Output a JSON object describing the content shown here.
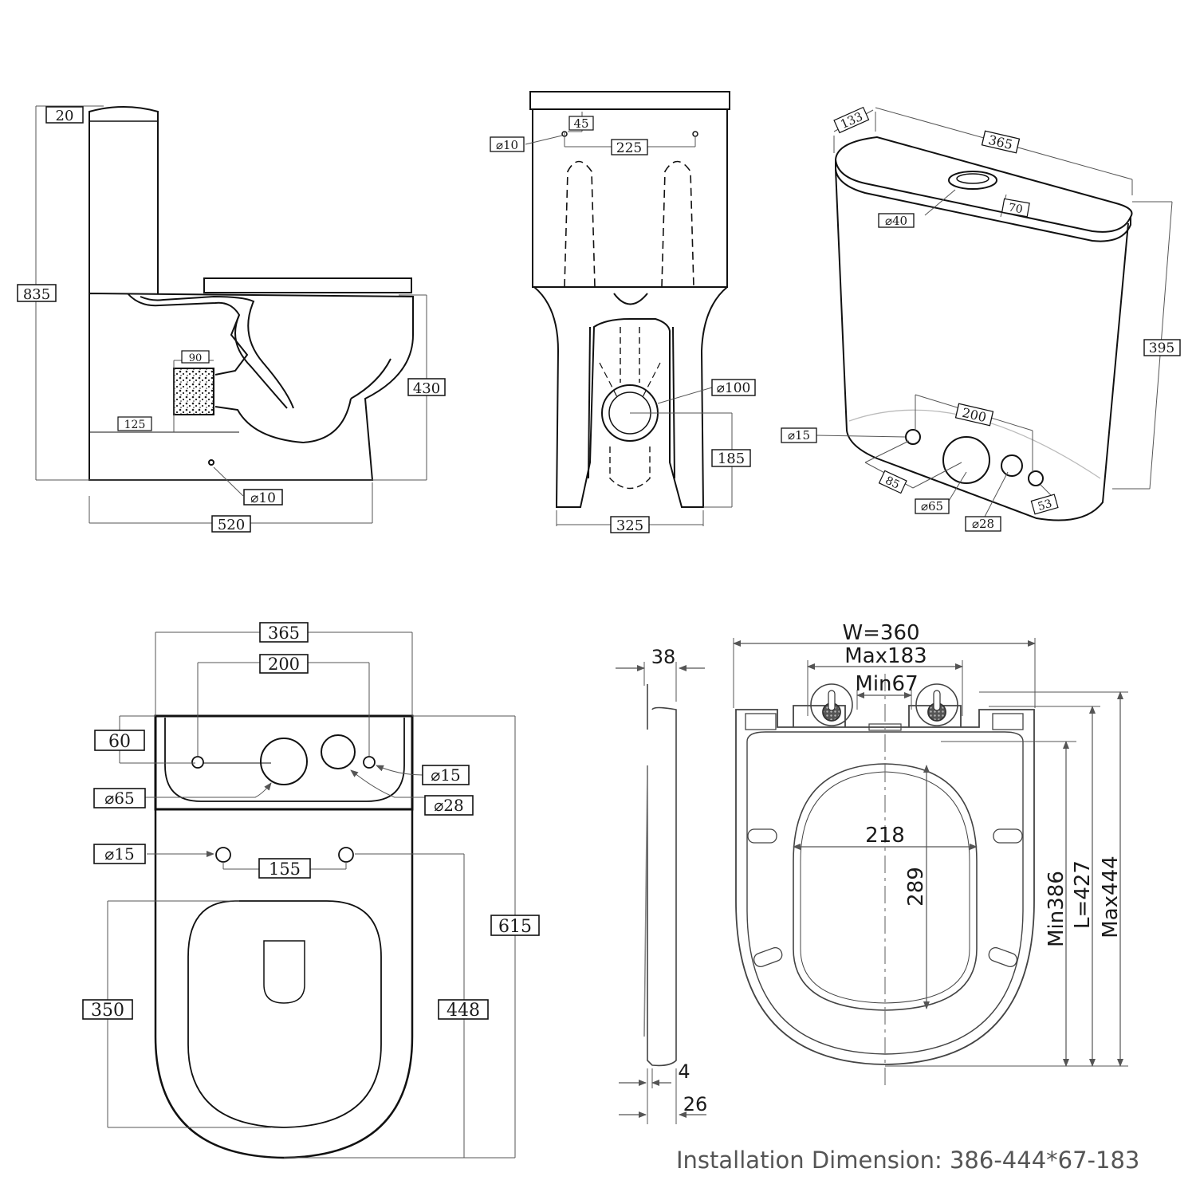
{
  "side_view": {
    "d_20": "20",
    "d_835": "835",
    "d_430": "430",
    "d_90": "90",
    "d_125": "125",
    "d_o10": "⌀10",
    "d_520": "520"
  },
  "front_view": {
    "d_45": "45",
    "d_o10": "⌀10",
    "d_225": "225",
    "d_o100": "⌀100",
    "d_185": "185",
    "d_325": "325"
  },
  "cistern_view": {
    "d_133": "133",
    "d_365": "365",
    "d_o40": "⌀40",
    "d_70": "70",
    "d_395": "395",
    "d_200": "200",
    "d_o15": "⌀15",
    "d_85": "85",
    "d_o65": "⌀65",
    "d_o28": "⌀28",
    "d_53": "53"
  },
  "top_view": {
    "d_365": "365",
    "d_200": "200",
    "d_60": "60",
    "d_o15_top": "⌀15",
    "d_o65": "⌀65",
    "d_o28": "⌀28",
    "d_o15_floor": "⌀15",
    "d_155": "155",
    "d_615": "615",
    "d_350": "350",
    "d_448": "448"
  },
  "seat_view": {
    "d_38": "38",
    "d_w360": "W=360",
    "d_max183": "Max183",
    "d_min67": "Min67",
    "d_218": "218",
    "d_289": "289",
    "d_min386": "Min386",
    "d_l427": "L=427",
    "d_max444": "Max444",
    "d_4": "4",
    "d_26": "26"
  },
  "caption": "Installation Dimension: 386-444*67-183"
}
